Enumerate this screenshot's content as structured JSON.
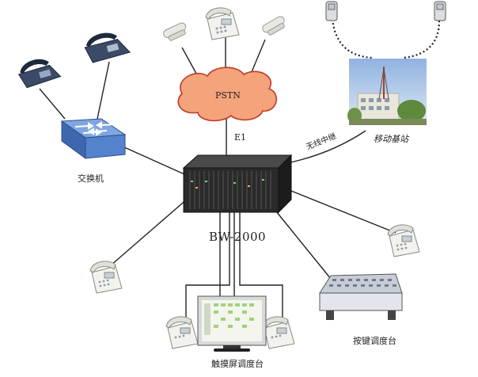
{
  "labels": {
    "pstn": "PSTN",
    "e1": "E1",
    "switch": "交换机",
    "mobile_base_station": "移动基站",
    "wireless_relay": "无线中继",
    "server_model": "BW-2000",
    "touch_console": "触摸屏调度台",
    "key_console": "按键调度台"
  },
  "icons": {
    "desk_phone": "desk-phone-icon",
    "cordless_phone": "cordless-phone-icon",
    "mobile_phone": "mobile-phone-icon",
    "switch": "network-switch-icon",
    "rack_server": "rack-server-icon",
    "monitor": "touchscreen-monitor-icon",
    "key_console": "key-console-icon",
    "tower": "base-station-tower-icon"
  },
  "colors": {
    "cloud_fill": "#f4a37a",
    "cloud_stroke": "#c0392b",
    "line": "#222222",
    "switch_blue": "#4a7fd0",
    "server_dark": "#2a2a2a"
  }
}
